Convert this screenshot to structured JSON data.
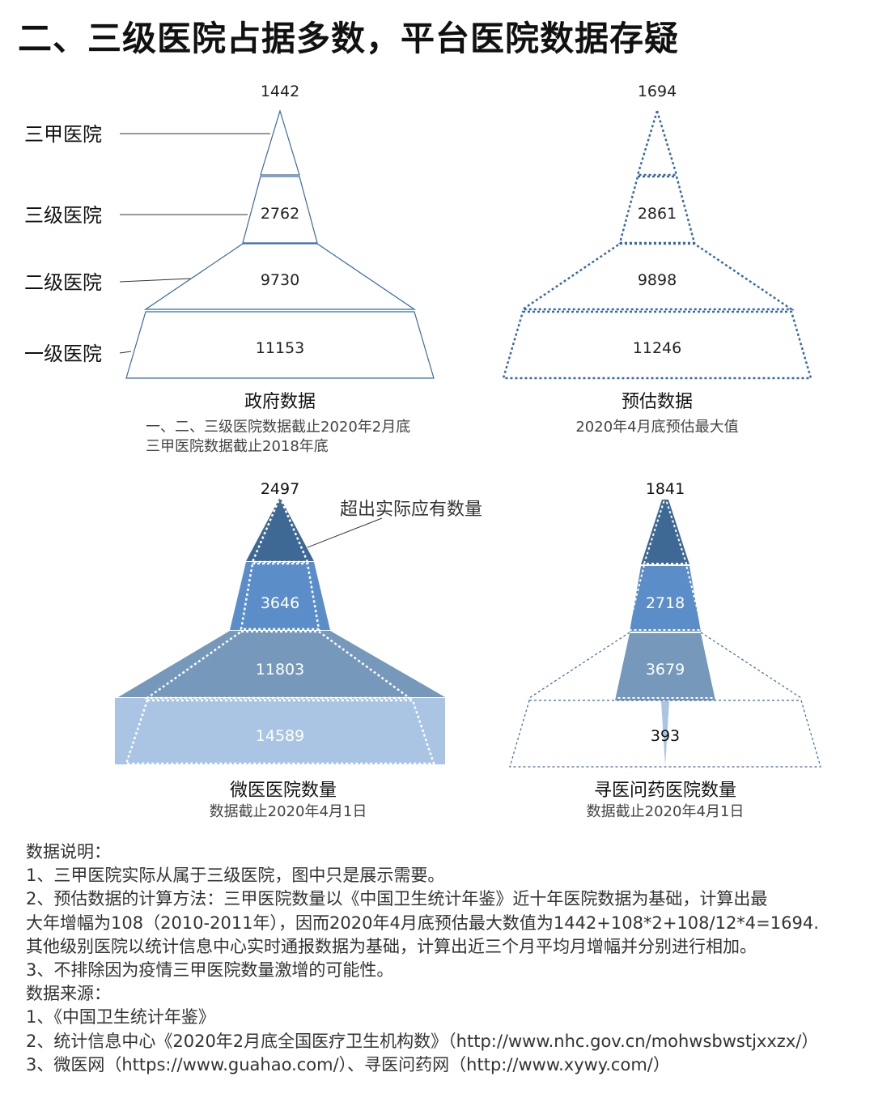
{
  "page_title": "二、三级医院占据多数，平台医院数据存疑",
  "level_labels": [
    "三甲医院",
    "三级医院",
    "二级医院",
    "一级医院"
  ],
  "colors": {
    "outline": "#3a6aa3",
    "dotted": "#3a6aa3",
    "sanjia": "#3f6995",
    "sanji": "#5b8ec8",
    "erji": "#7598bb",
    "yiji": "#a9c5e3",
    "value_text": "#222222",
    "value_text_light": "#ffffff"
  },
  "annotation": "超出实际应有数量",
  "chart_data": [
    {
      "type": "pyramid",
      "title": "政府数据",
      "notes": [
        "一、二、三级医院数据截止2020年2月底",
        "三甲医院数据截止2018年底"
      ],
      "categories": [
        "三甲医院",
        "三级医院",
        "二级医院",
        "一级医院"
      ],
      "values": [
        1442,
        2762,
        9730,
        11153
      ],
      "style": "solid-outline"
    },
    {
      "type": "pyramid",
      "title": "预估数据",
      "notes": [
        "2020年4月底预估最大值"
      ],
      "categories": [
        "三甲医院",
        "三级医院",
        "二级医院",
        "一级医院"
      ],
      "values": [
        1694,
        2861,
        9898,
        11246
      ],
      "style": "dotted-outline"
    },
    {
      "type": "pyramid",
      "title": "微医医院数量",
      "notes": [
        "数据截止2020年4月1日"
      ],
      "categories": [
        "三甲医院",
        "三级医院",
        "二级医院",
        "一级医院"
      ],
      "values": [
        2497,
        3646,
        11803,
        14589
      ],
      "style": "filled"
    },
    {
      "type": "pyramid",
      "title": "寻医问药医院数量",
      "notes": [
        "数据截止2020年4月1日"
      ],
      "categories": [
        "三甲医院",
        "三级医院",
        "二级医院",
        "一级医院"
      ],
      "values": [
        1841,
        2718,
        3679,
        393
      ],
      "style": "filled"
    }
  ],
  "notes": {
    "lines": [
      "数据说明：",
      "1、三甲医院实际从属于三级医院，图中只是展示需要。",
      "2、预估数据的计算方法：三甲医院数量以《中国卫生统计年鉴》近十年医院数据为基础，计算出最",
      "大年增幅为108（2010-2011年），因而2020年4月底预估最大数值为1442+108*2+108/12*4=1694.",
      "其他级别医院以统计信息中心实时通报数据为基础，计算出近三个月平均月增幅并分别进行相加。",
      "3、不排除因为疫情三甲医院数量激增的可能性。",
      "数据来源：",
      "1、《中国卫生统计年鉴》",
      "2、统计信息中心《2020年2月底全国医疗卫生机构数》（http://www.nhc.gov.cn/mohwsbwstjxxzx/）",
      "3、微医网（https://www.guahao.com/）、寻医问药网（http://www.xywy.com/）"
    ]
  }
}
